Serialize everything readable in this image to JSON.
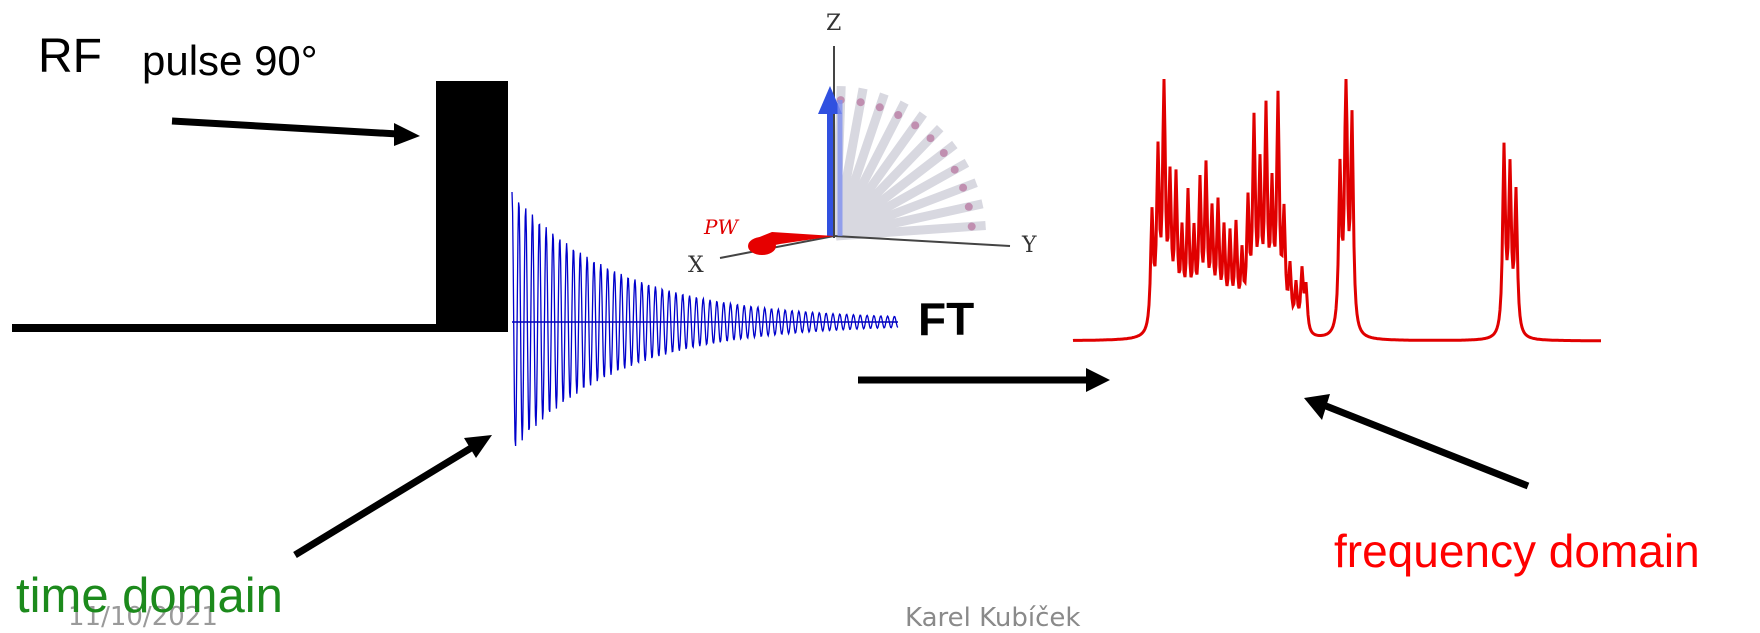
{
  "labels": {
    "rf": "RF",
    "pulse": "pulse 90°",
    "ft": "FT",
    "frequency_domain": "frequency domain",
    "time_domain": "time domain",
    "footer_date": "11/10/2021",
    "footer_author": "Karel Kubíček"
  },
  "vector_diagram": {
    "axis_z": "Z",
    "axis_x": "X",
    "axis_y": "Y",
    "pulse_label": "PW"
  },
  "colors": {
    "fid": "#0000cc",
    "spectrum": "#e00000",
    "time_label": "#1c8a1c",
    "freq_label": "#ff0000"
  }
}
